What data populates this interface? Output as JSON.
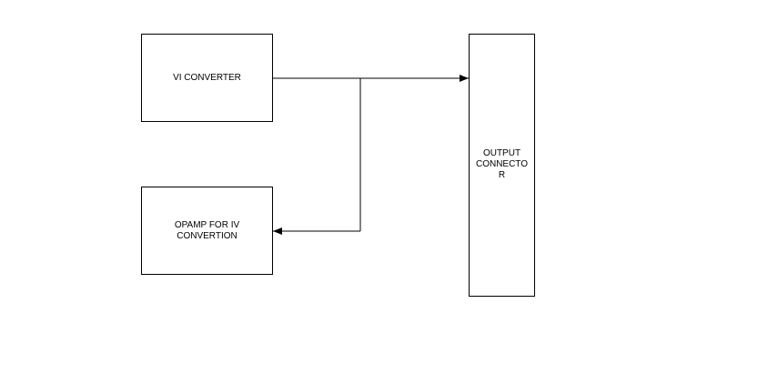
{
  "blocks": {
    "vi_converter": "VI CONVERTER",
    "opamp": "OPAMP FOR IV\nCONVERTION",
    "output_connector": "OUTPUT\nCONNECTO\nR"
  },
  "colors": {
    "line": "#000000",
    "background": "#ffffff"
  }
}
